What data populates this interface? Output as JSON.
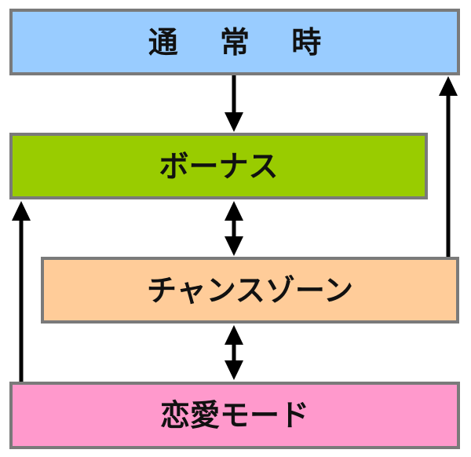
{
  "diagram": {
    "states": {
      "normal": {
        "label": "通 常 時",
        "fill": "#99ccff"
      },
      "bonus": {
        "label": "ボーナス",
        "fill": "#99cc00"
      },
      "chance": {
        "label": "チャンスゾーン",
        "fill": "#ffcc99"
      },
      "love": {
        "label": "恋愛モード",
        "fill": "#ff99cc"
      }
    },
    "transitions": [
      {
        "from": "normal",
        "to": "bonus",
        "direction": "one-way"
      },
      {
        "from": "bonus",
        "to": "chance",
        "direction": "two-way"
      },
      {
        "from": "chance",
        "to": "love",
        "direction": "two-way"
      },
      {
        "from": "love",
        "to": "bonus",
        "direction": "one-way"
      },
      {
        "from": "chance",
        "to": "normal",
        "direction": "one-way"
      }
    ],
    "colors": {
      "border": "#7a7a7a",
      "arrow": "#000000",
      "text": "#111111"
    }
  }
}
